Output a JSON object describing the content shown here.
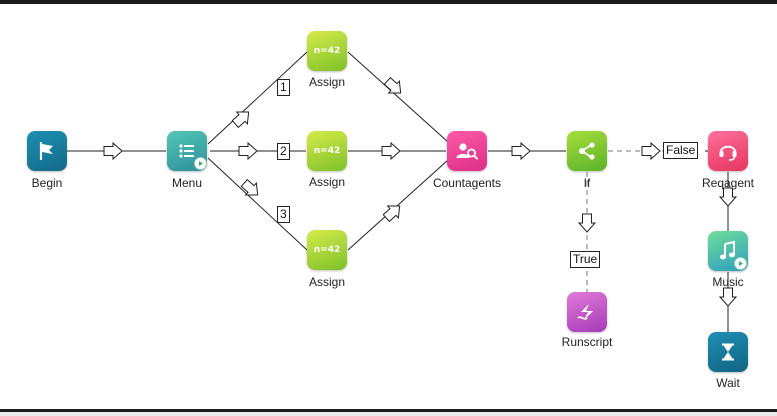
{
  "nodes": {
    "begin": {
      "caption": "Begin"
    },
    "menu": {
      "caption": "Menu"
    },
    "assign1": {
      "caption": "Assign",
      "text": "n=42"
    },
    "assign2": {
      "caption": "Assign",
      "text": "n=42"
    },
    "assign3": {
      "caption": "Assign",
      "text": "n=42"
    },
    "countagents": {
      "caption": "Countagents"
    },
    "if": {
      "caption": "If"
    },
    "runscript": {
      "caption": "Runscript"
    },
    "reqagent": {
      "caption": "Reqagent"
    },
    "music": {
      "caption": "Music"
    },
    "wait": {
      "caption": "Wait"
    }
  },
  "branch_labels": {
    "b1": "1",
    "b2": "2",
    "b3": "3",
    "false": "False",
    "true": "True"
  },
  "icons": {
    "begin": "flag-icon",
    "menu": "list-icon",
    "countagents": "agent-search-icon",
    "if": "branch-share-icon",
    "runscript": "script-icon",
    "reqagent": "headset-icon",
    "music": "music-note-icon",
    "wait": "hourglass-icon",
    "play_badge": "play-icon"
  },
  "colors": {
    "begin": "#146a8a",
    "menu": "#2e8f9c",
    "assign": "#7ec12a",
    "countagents": "#d92f86",
    "if": "#5cb32a",
    "runscript": "#a33bb8",
    "reqagent": "#e4365f",
    "music": "#2f9fbf",
    "wait": "#126482",
    "connector": "#222222"
  }
}
